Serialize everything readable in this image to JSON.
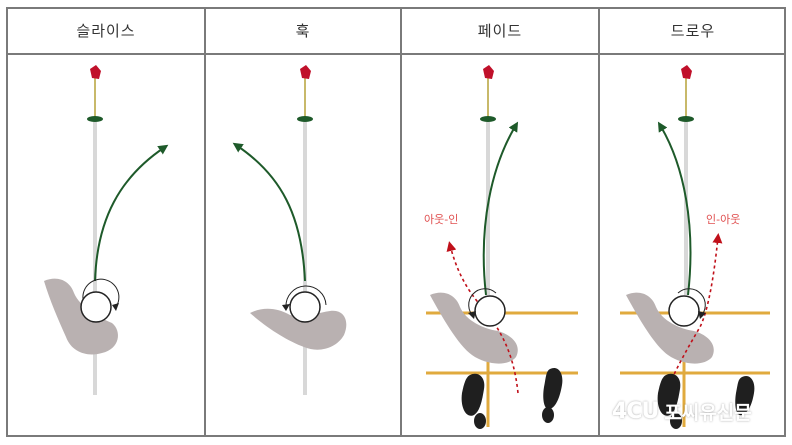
{
  "columns": [
    {
      "title": "슬라이스"
    },
    {
      "title": "훅"
    },
    {
      "title": "페이드",
      "path_label": "아웃-인"
    },
    {
      "title": "드로우",
      "path_label": "인-아웃"
    }
  ],
  "watermark": {
    "logo": "4CU",
    "text": "포씨유신문"
  },
  "colors": {
    "ball_path": "#1e5a2a",
    "swing_path": "#c0101a",
    "club": "#b9b1b1",
    "alignment": "#e0aa3e",
    "target_line": "#d5d5d5",
    "flag": "#c0102a",
    "border": "#7a7a7a"
  }
}
